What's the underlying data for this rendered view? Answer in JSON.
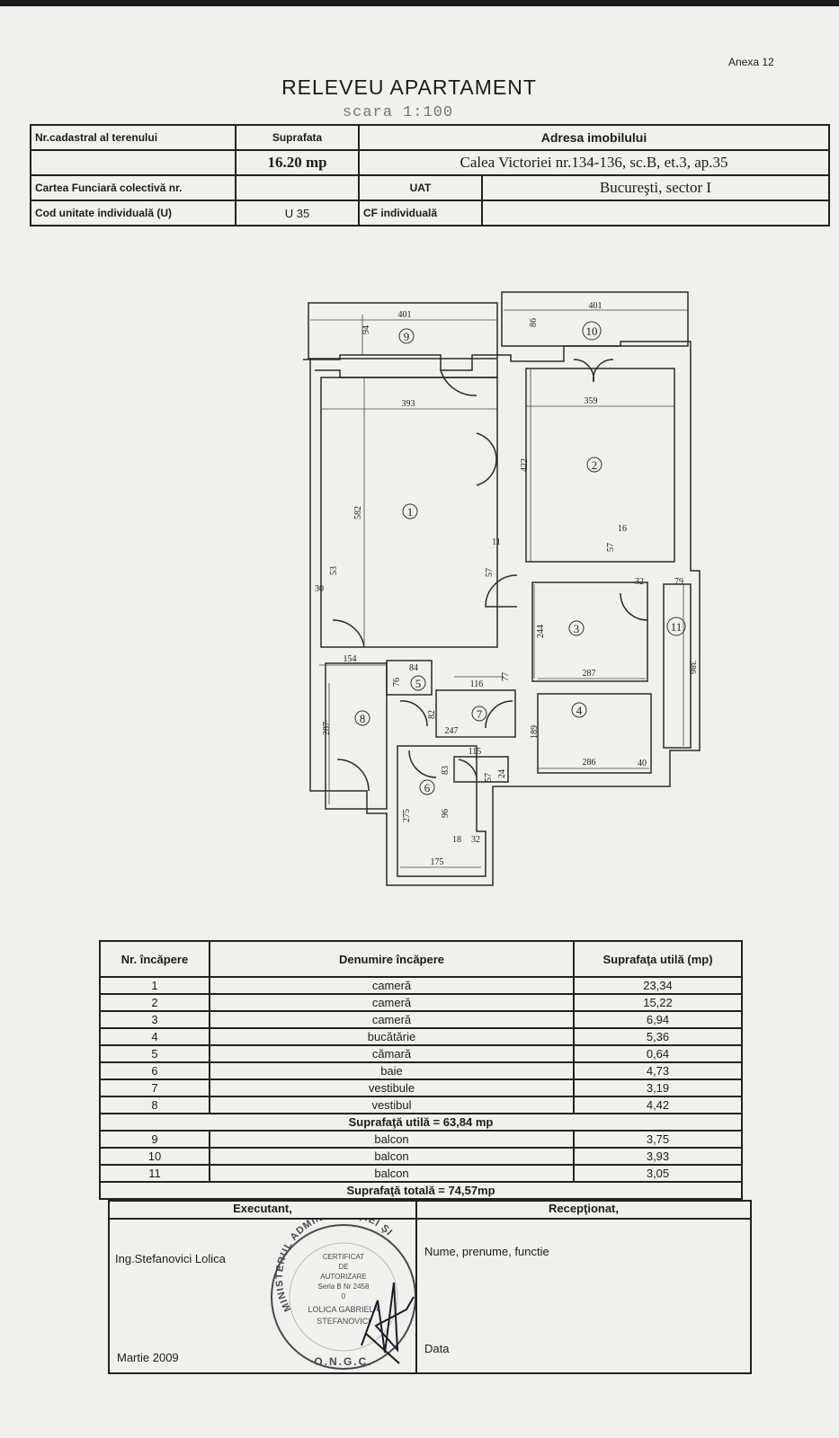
{
  "document": {
    "annex": "Anexa 12",
    "title": "RELEVEU APARTAMENT",
    "scale": "scara 1:100"
  },
  "header_table": {
    "cadastral_label": "Nr.cadastral al terenului",
    "cadastral_value": "",
    "surface_label": "Suprafata",
    "surface_value": "16.20 mp",
    "address_label": "Adresa imobilului",
    "address_value": "Calea Victoriei nr.134-136,  sc.B, et.3, ap.35",
    "cf_collective_label": "Cartea Funciară colectivă nr.",
    "uat_label": "UAT",
    "uat_value": "Bucureşti, sector I",
    "unit_code_label": "Cod unitate individuală (U)",
    "unit_code_value": "U 35",
    "cf_individual_label": "CF individuală"
  },
  "floor_plan": {
    "room_numbers": [
      "1",
      "2",
      "3",
      "4",
      "5",
      "6",
      "7",
      "8",
      "9",
      "10",
      "11"
    ],
    "dimensions": [
      "401",
      "401",
      "94",
      "86",
      "393",
      "359",
      "422",
      "582",
      "16",
      "57",
      "57",
      "11",
      "53",
      "30",
      "32",
      "79",
      "244",
      "386",
      "287",
      "154",
      "84",
      "76",
      "116",
      "77",
      "287",
      "82",
      "247",
      "286",
      "189",
      "115",
      "83",
      "57",
      "40",
      "96",
      "275",
      "18",
      "32",
      "175",
      "24"
    ]
  },
  "rooms_table": {
    "headers": [
      "Nr. încăpere",
      "Denumire încăpere",
      "Suprafaţa utilă (mp)"
    ],
    "rows": [
      {
        "nr": "1",
        "name": "cameră",
        "area": "23,34"
      },
      {
        "nr": "2",
        "name": "cameră",
        "area": "15,22"
      },
      {
        "nr": "3",
        "name": "cameră",
        "area": "6,94"
      },
      {
        "nr": "4",
        "name": "bucătărie",
        "area": "5,36"
      },
      {
        "nr": "5",
        "name": "cămară",
        "area": "0,64"
      },
      {
        "nr": "6",
        "name": "baie",
        "area": "4,73"
      },
      {
        "nr": "7",
        "name": "vestibule",
        "area": "3,19"
      },
      {
        "nr": "8",
        "name": "vestibul",
        "area": "4,42"
      }
    ],
    "useful_total": "Suprafaţă  utilă = 63,84 mp",
    "balcony_rows": [
      {
        "nr": "9",
        "name": "balcon",
        "area": "3,75"
      },
      {
        "nr": "10",
        "name": "balcon",
        "area": "3,93"
      },
      {
        "nr": "11",
        "name": "balcon",
        "area": "3,05"
      }
    ],
    "grand_total": "Suprafaţă  totală = 74,57mp"
  },
  "signatures": {
    "executant_label": "Executant,",
    "executant_name": "Ing.Stefanovici Lolica",
    "executant_date": "Martie 2009",
    "received_label": "Recepţionat,",
    "received_name_label": "Nume, prenume, functie",
    "received_date_label": "Data"
  },
  "stamp": {
    "ring_text": "MINISTERUL ADMINISTRAŢIEI ŞI",
    "bottom_text": "O.N.G.C.",
    "lines": [
      "CERTIFICAT",
      "DE",
      "AUTORIZARE",
      "Seria B Nr 2458",
      "0",
      "LOLICA GABRIELA",
      "STEFANOVICI"
    ]
  }
}
